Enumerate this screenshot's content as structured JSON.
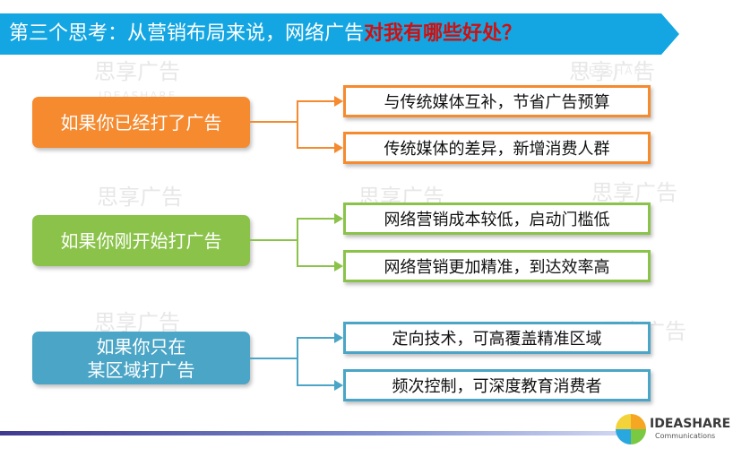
{
  "title": {
    "part1": "第三个思考：从营销布局来说，网络广告",
    "part2": "对我有哪些好处？"
  },
  "watermark": {
    "cn": "思享广告",
    "en": "IDEASHARE"
  },
  "groups": [
    {
      "label": "如果你已经打了广告",
      "items": [
        "与传统媒体互补，节省广告预算",
        "传统媒体的差异，新增消费人群"
      ],
      "color": "#f58a2f",
      "line_color": "#f58a2f"
    },
    {
      "label": "如果你刚开始打广告",
      "items": [
        "网络营销成本较低，启动门槛低",
        "网络营销更加精准，到达效率高"
      ],
      "color": "#8bc34a",
      "line_color": "#8bc34a"
    },
    {
      "label_line1": "如果你只在",
      "label_line2": "某区域打广告",
      "items": [
        "定向技术，可高覆盖精准区域",
        "频次控制，可深度教育消费者"
      ],
      "color": "#4aa5c6",
      "line_color": "#4aa5c6"
    }
  ],
  "logo": {
    "name": "IDEASHARE",
    "sub": "Communications"
  }
}
